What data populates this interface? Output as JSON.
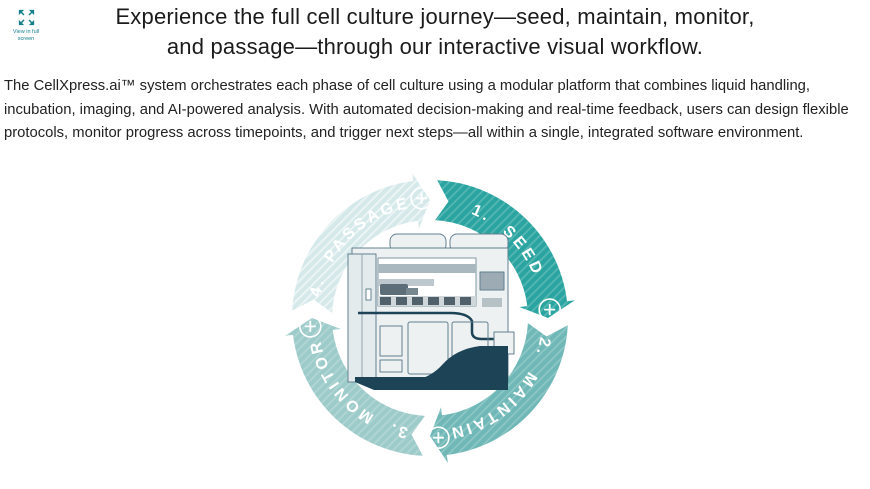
{
  "widget": {
    "fullscreen_label": "View in full screen",
    "accent_color": "#157f8c"
  },
  "header": {
    "title_line1": "Experience the full cell culture journey—seed, maintain, monitor,",
    "title_line2": "and passage—through our interactive visual workflow."
  },
  "intro": {
    "text": "The CellXpress.ai™ system orchestrates each phase of cell culture using a modular platform that combines liquid handling, incubation, imaging, and AI-powered analysis. With automated decision-making and real-time feedback, users can design flexible protocols, monitor progress across timepoints, and trigger next steps—all within a single, integrated software environment."
  },
  "workflow": {
    "direction": "clockwise",
    "plus_symbol": "+",
    "steps": [
      {
        "order": 1,
        "label": "1. SEED",
        "name": "Seed",
        "color": "#2aa4a0"
      },
      {
        "order": 2,
        "label": "2. MAINTAIN",
        "name": "Maintain",
        "color": "#6fb8b7"
      },
      {
        "order": 3,
        "label": "3. MONITOR",
        "name": "Monitor",
        "color": "#9ccbc9"
      },
      {
        "order": 4,
        "label": "4. PASSAGE",
        "name": "Passage",
        "color": "#d6e9ea"
      }
    ],
    "center_illustration": "CellXpress.ai instrument",
    "colors": {
      "navy": "#1d4456",
      "label_text": "#ffffff"
    }
  }
}
